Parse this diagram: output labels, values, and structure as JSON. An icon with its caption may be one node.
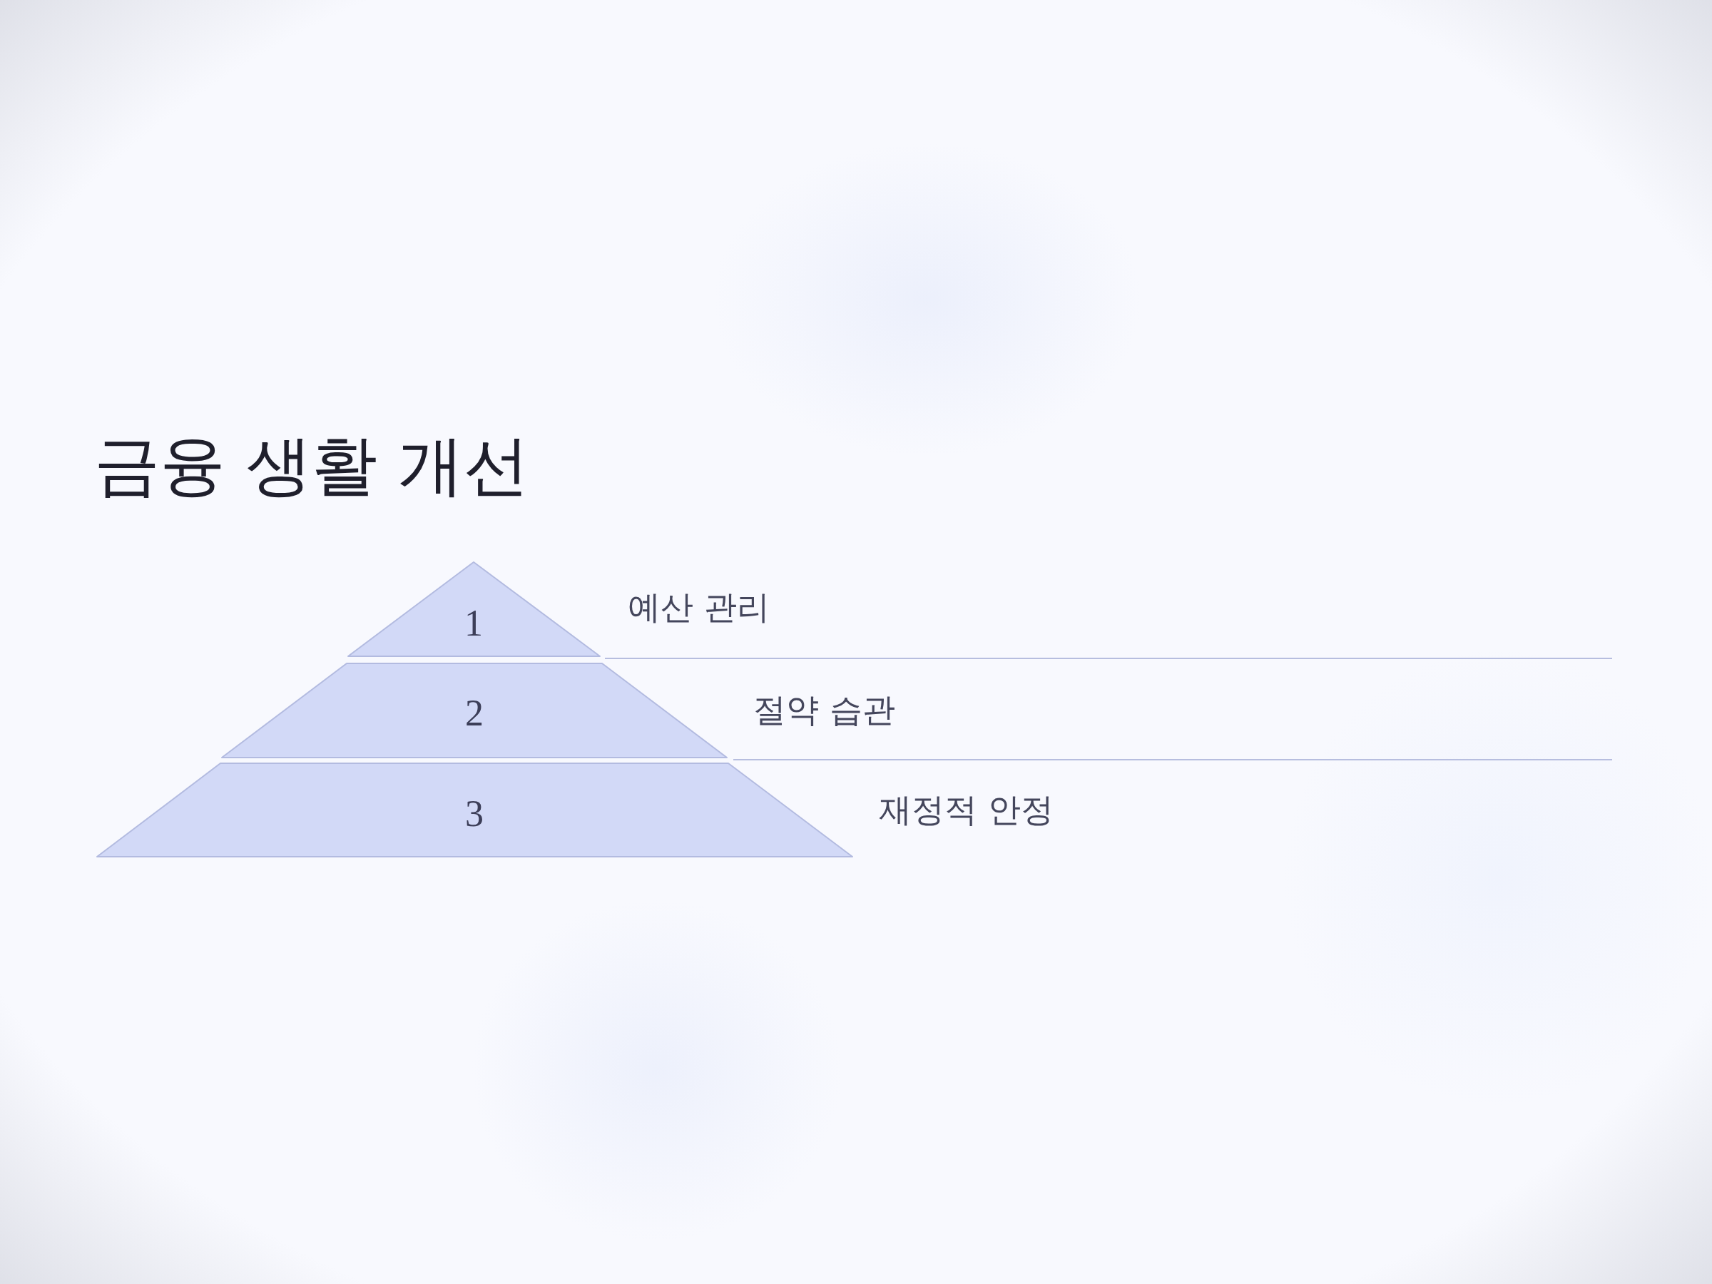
{
  "diagram": {
    "title": "금융 생활 개선",
    "nodes": [
      {
        "text": [
          "1"
        ],
        "beside": [
          "예산 관리"
        ]
      },
      {
        "text": [
          "2"
        ],
        "beside": [
          "절약 습관"
        ]
      },
      {
        "text": [
          "3"
        ],
        "beside": [
          "재정적 안정"
        ]
      }
    ]
  }
}
